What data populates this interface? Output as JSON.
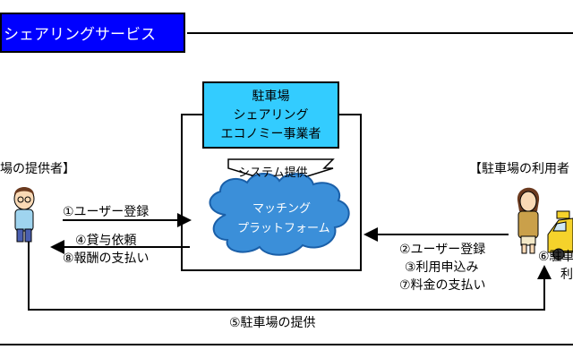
{
  "header": {
    "title": "シェアリングサービス"
  },
  "operator": {
    "line1": "駐車場",
    "line2": "シェアリング",
    "line3": "エコノミー事業者"
  },
  "system_label": "システム提供",
  "platform": {
    "line1": "マッチング",
    "line2": "プラットフォーム"
  },
  "provider": {
    "heading": "場の提供者】"
  },
  "user": {
    "heading": "【駐車場の利用者",
    "partial_label_1": "⑥駐車",
    "partial_label_2": "利"
  },
  "flows": {
    "provider_register": "①ユーザー登録",
    "lending_request": "④貸与依頼",
    "reward_payment": "⑧報酬の支払い",
    "user_register": "②ユーザー登録",
    "usage_application": "③利用申込み",
    "fee_payment": "⑦料金の支払い",
    "parking_provision": "⑤駐車場の提供"
  },
  "colors": {
    "title_bg": "#0000ff",
    "operator_bg": "#33ccff",
    "cloud_fill": "#3b8fd9",
    "car": "#f5d22b"
  },
  "icons": {
    "provider": "man-figure-icon",
    "user": "woman-figure-icon",
    "car": "taxi-car-icon"
  }
}
